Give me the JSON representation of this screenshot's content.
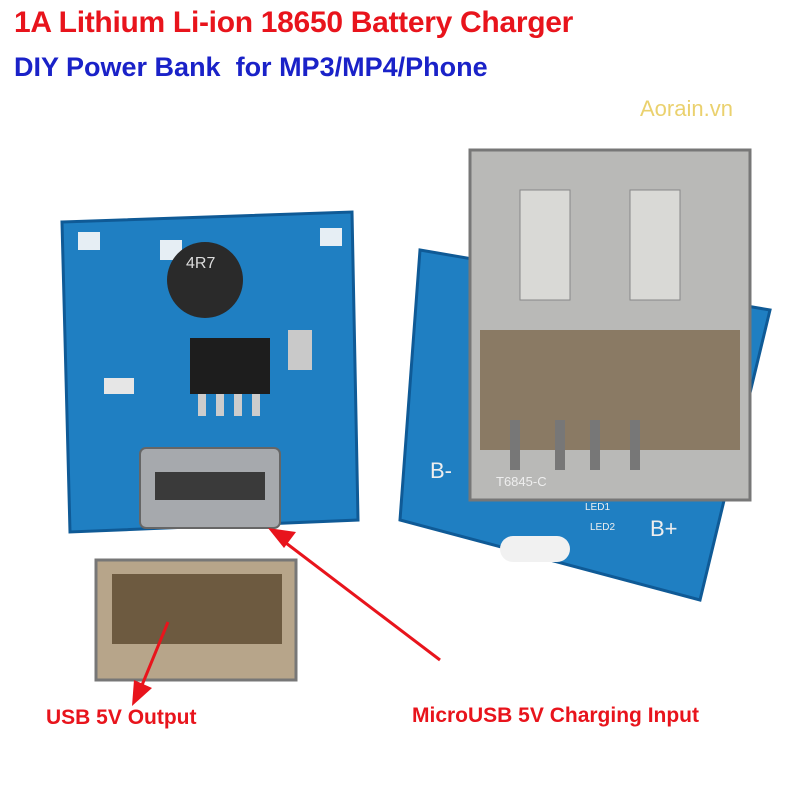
{
  "title_line1": "1A  Lithium Li-ion 18650 Battery Charger",
  "title_line2": "DIY Power Bank  for MP3/MP4/Phone",
  "watermark": "Aorain.vn",
  "labels": {
    "output": "USB 5V Output",
    "input": "MicroUSB 5V Charging Input"
  },
  "board_markings": {
    "inductor": "4R7",
    "chip_ref": "T6845-C",
    "led1": "LED1",
    "led2": "LED2",
    "b_minus": "B-",
    "b_plus": "B+"
  },
  "colors": {
    "title_red": "#e8141c",
    "title_blue": "#1a22c8",
    "pcb_blue": "#1e7fc0",
    "arrow_red": "#e8141c"
  }
}
